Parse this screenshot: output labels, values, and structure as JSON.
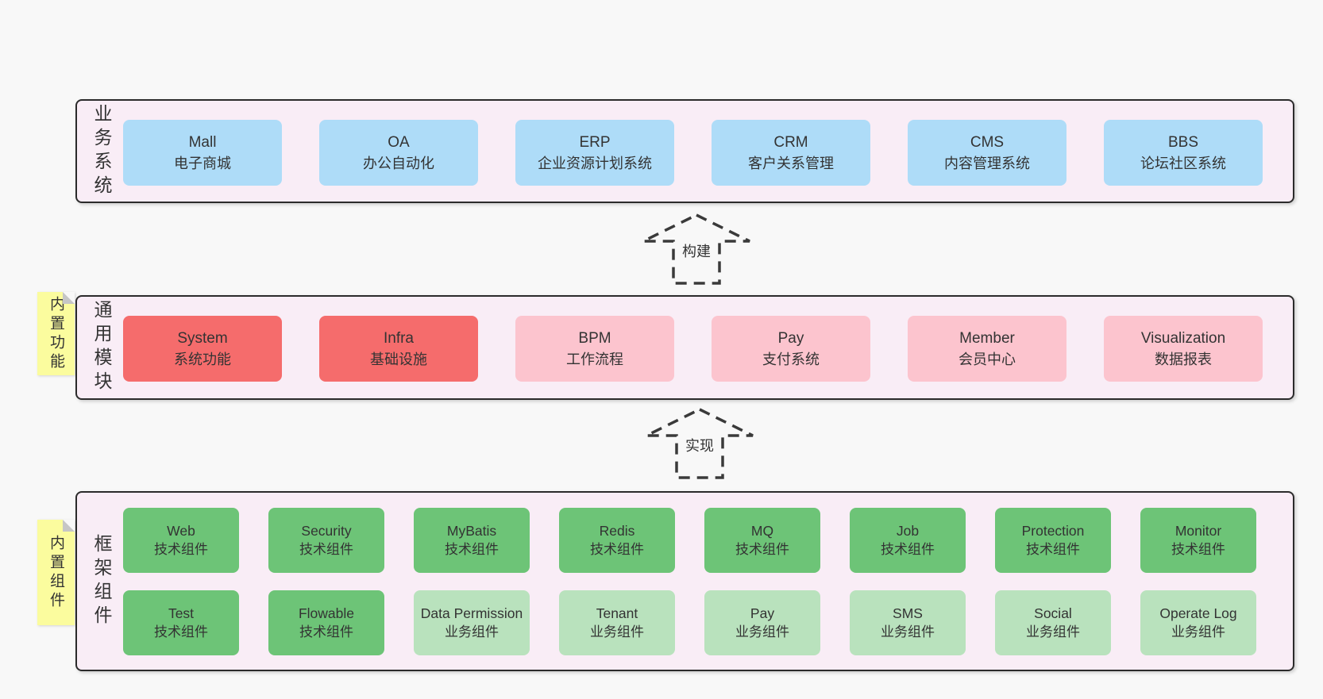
{
  "diagram": {
    "title_hint": "layered architecture diagram",
    "colors": {
      "background": "#f8f8f8",
      "container_bg": "#f9edf6",
      "container_border": "#2b2b2b",
      "box_blue": "#aedcf8",
      "box_red": "#f56c6c",
      "box_pink": "#fcc4ce",
      "box_green": "#6dc477",
      "box_light_green": "#b9e2bd",
      "tag_yellow": "#fbfc9e",
      "fold_gray": "#c6c6c6",
      "text": "#333333",
      "arrow_stroke": "#3a3a3a"
    },
    "arrows": [
      {
        "label": "构建"
      },
      {
        "label": "实现"
      }
    ],
    "layers": [
      {
        "label": "业务系统",
        "boxes": [
          {
            "name": "Mall",
            "desc": "电子商城"
          },
          {
            "name": "OA",
            "desc": "办公自动化"
          },
          {
            "name": "ERP",
            "desc": "企业资源计划系统"
          },
          {
            "name": "CRM",
            "desc": "客户关系管理"
          },
          {
            "name": "CMS",
            "desc": "内容管理系统"
          },
          {
            "name": "BBS",
            "desc": "论坛社区系统"
          }
        ]
      },
      {
        "label": "通用模块",
        "tag": "内置功能",
        "boxes": [
          {
            "name": "System",
            "desc": "系统功能",
            "variant": "red"
          },
          {
            "name": "Infra",
            "desc": "基础设施",
            "variant": "red"
          },
          {
            "name": "BPM",
            "desc": "工作流程",
            "variant": "pink"
          },
          {
            "name": "Pay",
            "desc": "支付系统",
            "variant": "pink"
          },
          {
            "name": "Member",
            "desc": "会员中心",
            "variant": "pink"
          },
          {
            "name": "Visualization",
            "desc": "数据报表",
            "variant": "pink"
          }
        ]
      },
      {
        "label": "框架组件",
        "tag": "内置组件",
        "rows": [
          [
            {
              "name": "Web",
              "desc": "技术组件",
              "variant": "green"
            },
            {
              "name": "Security",
              "desc": "技术组件",
              "variant": "green"
            },
            {
              "name": "MyBatis",
              "desc": "技术组件",
              "variant": "green"
            },
            {
              "name": "Redis",
              "desc": "技术组件",
              "variant": "green"
            },
            {
              "name": "MQ",
              "desc": "技术组件",
              "variant": "green"
            },
            {
              "name": "Job",
              "desc": "技术组件",
              "variant": "green"
            },
            {
              "name": "Protection",
              "desc": "技术组件",
              "variant": "green"
            },
            {
              "name": "Monitor",
              "desc": "技术组件",
              "variant": "green"
            }
          ],
          [
            {
              "name": "Test",
              "desc": "技术组件",
              "variant": "green"
            },
            {
              "name": "Flowable",
              "desc": "技术组件",
              "variant": "green"
            },
            {
              "name": "Data Permission",
              "desc": "业务组件",
              "variant": "lightgreen"
            },
            {
              "name": "Tenant",
              "desc": "业务组件",
              "variant": "lightgreen"
            },
            {
              "name": "Pay",
              "desc": "业务组件",
              "variant": "lightgreen"
            },
            {
              "name": "SMS",
              "desc": "业务组件",
              "variant": "lightgreen"
            },
            {
              "name": "Social",
              "desc": "业务组件",
              "variant": "lightgreen"
            },
            {
              "name": "Operate Log",
              "desc": "业务组件",
              "variant": "lightgreen"
            }
          ]
        ]
      }
    ]
  }
}
